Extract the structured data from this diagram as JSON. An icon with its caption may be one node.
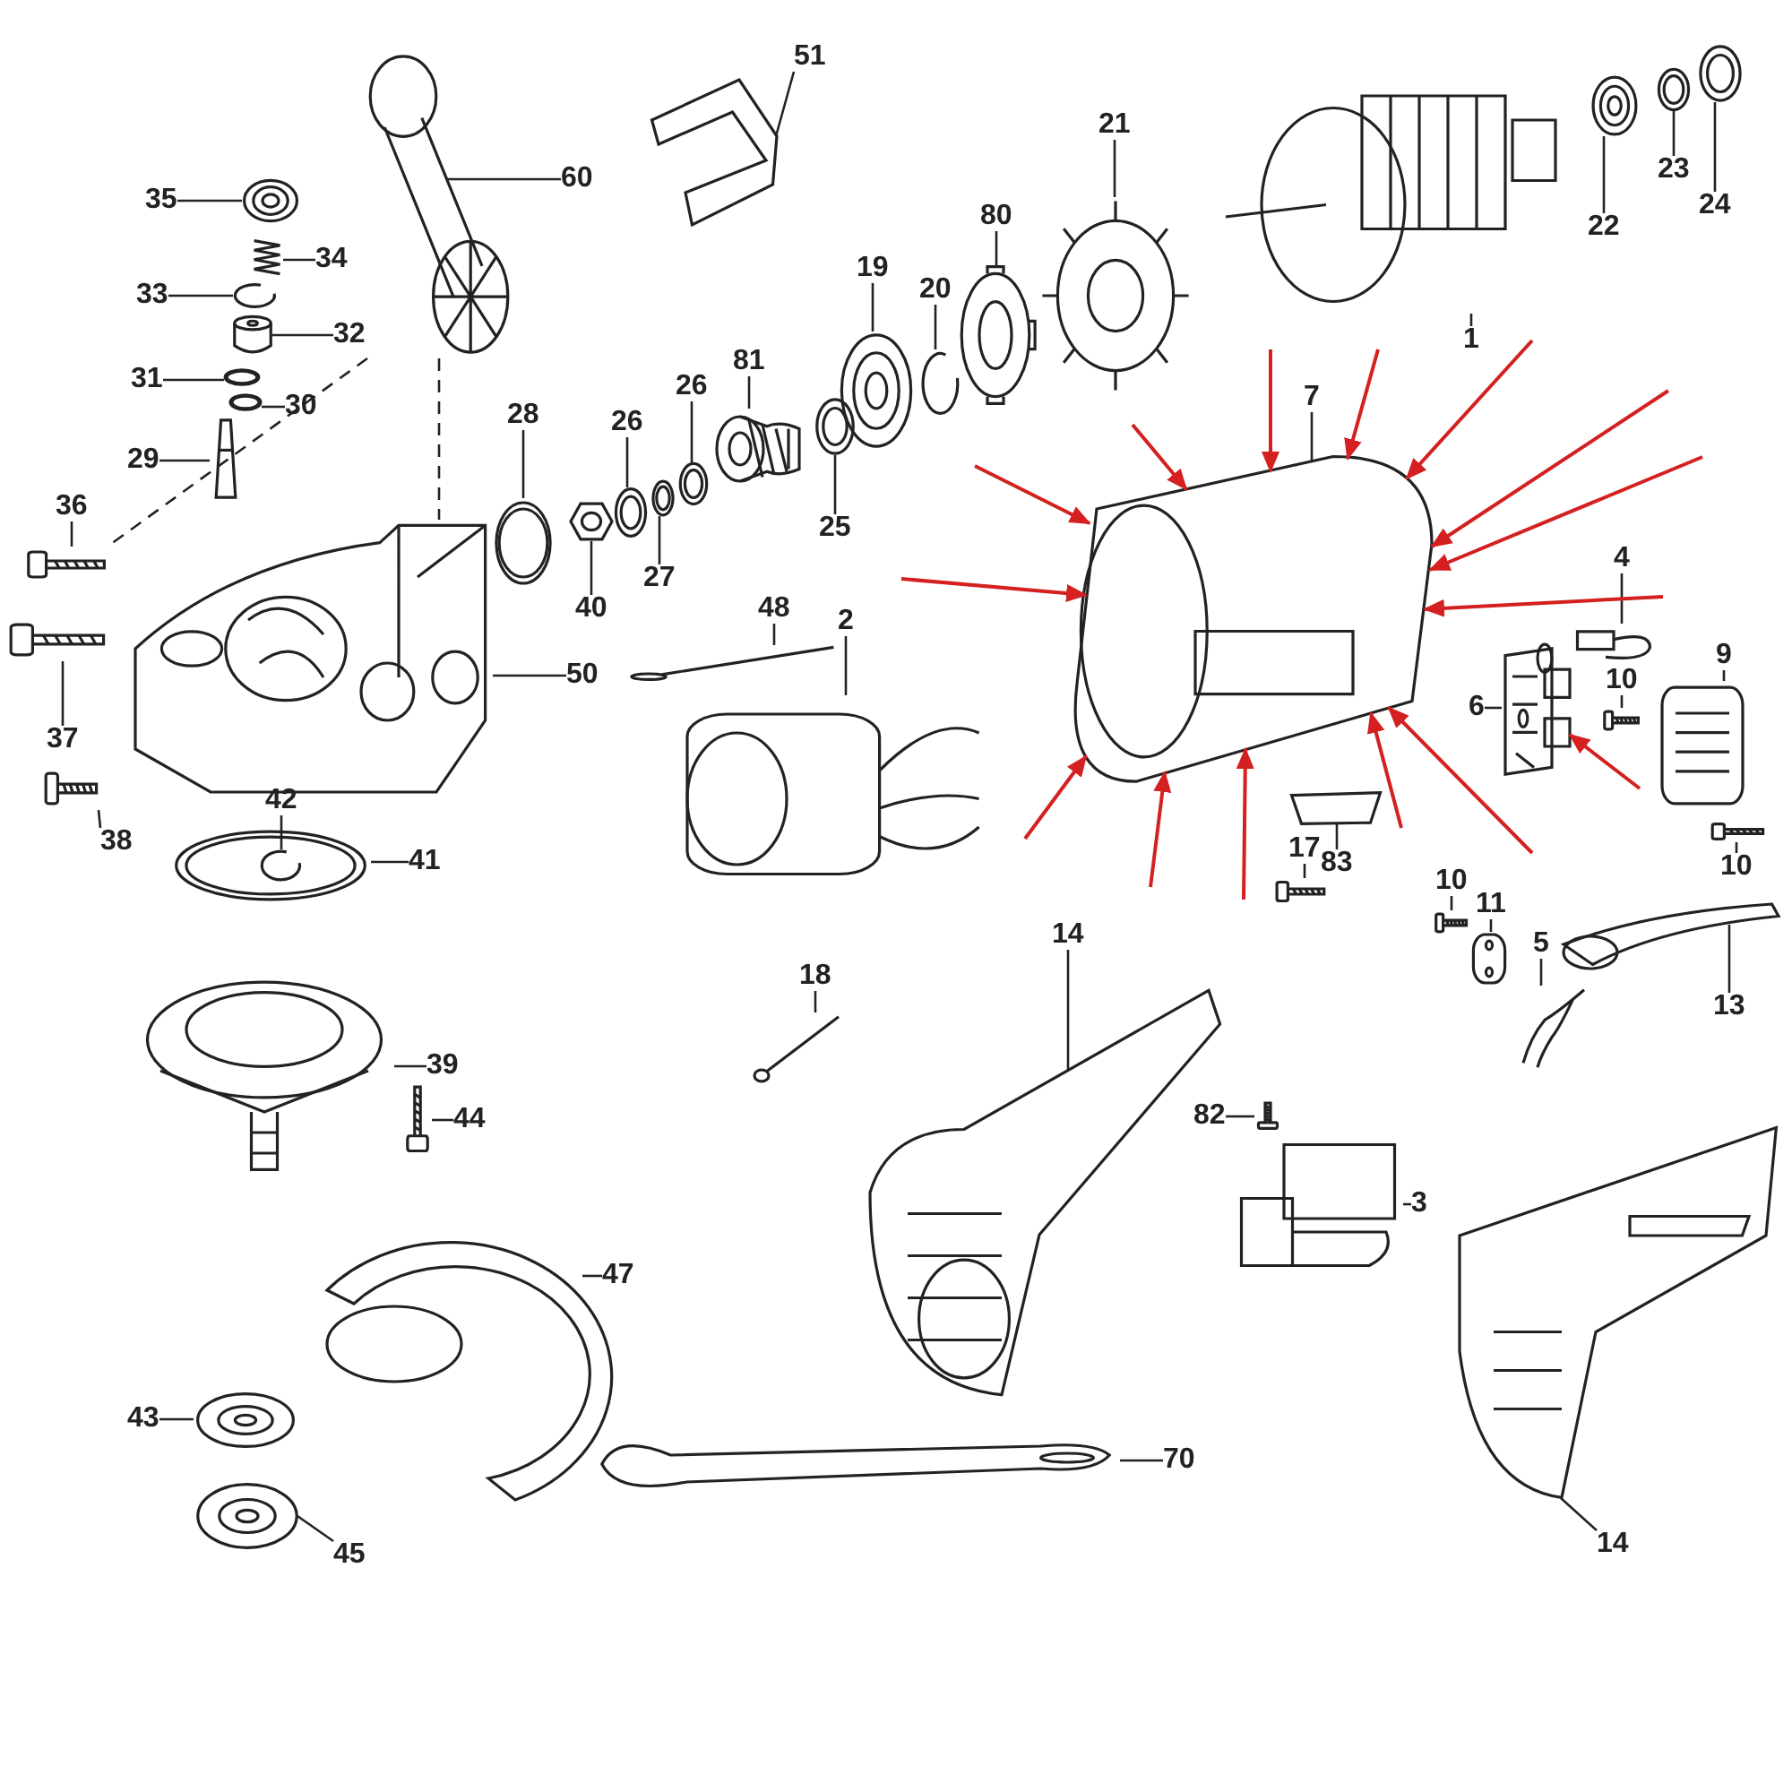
{
  "diagram": {
    "nodes": [
      {
        "text": [
          "51"
        ]
      },
      {
        "text": [],
        "shape": "picture"
      },
      {
        "text": [
          "60"
        ]
      },
      {
        "text": [],
        "shape": "picture"
      },
      {
        "text": [
          "21"
        ]
      },
      {
        "text": [],
        "shape": "picture"
      },
      {
        "text": [
          "23"
        ]
      },
      {
        "text": [],
        "shape": "picture"
      },
      {
        "text": [
          "35"
        ]
      },
      {
        "text": [],
        "shape": "picture"
      },
      {
        "text": [
          "24"
        ]
      },
      {
        "text": [],
        "shape": "picture"
      },
      {
        "text": [
          "80"
        ]
      },
      {
        "text": [],
        "shape": "picture"
      },
      {
        "text": [
          "22"
        ]
      },
      {
        "text": [],
        "shape": "picture"
      },
      {
        "text": [
          "34"
        ]
      },
      {
        "text": [],
        "shape": "picture"
      },
      {
        "text": [
          "19"
        ]
      },
      {
        "text": [],
        "shape": "picture"
      },
      {
        "text": [
          "20"
        ]
      },
      {
        "text": [],
        "shape": "picture"
      },
      {
        "text": [
          "33"
        ]
      },
      {
        "text": [],
        "shape": "picture"
      },
      {
        "text": [
          "1"
        ]
      },
      {
        "text": [],
        "shape": "picture"
      },
      {
        "text": [
          "32"
        ]
      },
      {
        "text": [],
        "shape": "picture"
      },
      {
        "text": [
          "81"
        ]
      },
      {
        "text": [],
        "shape": "picture"
      },
      {
        "text": [
          "31"
        ]
      },
      {
        "text": [],
        "shape": "picture"
      },
      {
        "text": [
          "7"
        ]
      },
      {
        "text": [],
        "shape": "picture"
      },
      {
        "text": [
          "26"
        ]
      },
      {
        "text": [],
        "shape": "picture"
      },
      {
        "text": [
          "30"
        ]
      },
      {
        "text": [],
        "shape": "picture"
      },
      {
        "text": [
          "28"
        ]
      },
      {
        "text": [],
        "shape": "picture"
      },
      {
        "text": [
          "26"
        ]
      },
      {
        "text": [],
        "shape": "picture"
      },
      {
        "text": [
          "29"
        ]
      },
      {
        "text": [],
        "shape": "picture"
      },
      {
        "text": [
          "36"
        ]
      },
      {
        "text": [],
        "shape": "picture"
      },
      {
        "text": [
          "25"
        ]
      },
      {
        "text": [],
        "shape": "picture"
      },
      {
        "text": [
          "4"
        ]
      },
      {
        "text": [],
        "shape": "picture"
      },
      {
        "text": [
          "27"
        ]
      },
      {
        "text": [],
        "shape": "picture"
      },
      {
        "text": [
          "48"
        ]
      },
      {
        "text": [],
        "shape": "picture"
      },
      {
        "text": [
          "40"
        ]
      },
      {
        "text": [],
        "shape": "picture"
      },
      {
        "text": [
          "2"
        ]
      },
      {
        "text": [],
        "shape": "picture"
      },
      {
        "text": [
          "9"
        ]
      },
      {
        "text": [],
        "shape": "picture"
      },
      {
        "text": [
          "50"
        ]
      },
      {
        "text": [],
        "shape": "picture"
      },
      {
        "text": [
          "10"
        ]
      },
      {
        "text": [],
        "shape": "picture"
      },
      {
        "text": [
          "6"
        ]
      },
      {
        "text": [],
        "shape": "picture"
      },
      {
        "text": [
          "37"
        ]
      },
      {
        "text": [],
        "shape": "picture"
      },
      {
        "text": [
          "41"
        ]
      },
      {
        "text": [],
        "shape": "picture"
      },
      {
        "text": [
          "42"
        ]
      },
      {
        "text": [],
        "shape": "picture",
        "in": 69
      },
      {
        "text": [
          "17"
        ]
      },
      {
        "text": [],
        "shape": "picture"
      },
      {
        "text": [
          "38"
        ]
      },
      {
        "text": [],
        "shape": "picture"
      },
      {
        "text": [
          "10"
        ]
      },
      {
        "text": [],
        "shape": "picture"
      },
      {
        "text": [
          "83"
        ]
      },
      {
        "text": [],
        "shape": "picture"
      },
      {
        "text": [
          "10"
        ]
      },
      {
        "text": [],
        "shape": "picture"
      },
      {
        "text": [
          "11"
        ]
      },
      {
        "text": [],
        "shape": "picture"
      },
      {
        "text": [
          "5"
        ]
      },
      {
        "text": [],
        "shape": "picture"
      },
      {
        "text": [
          "14"
        ]
      },
      {
        "text": [],
        "shape": "picture"
      },
      {
        "text": [
          "18"
        ]
      },
      {
        "text": [],
        "shape": "picture"
      },
      {
        "text": [
          "13"
        ]
      },
      {
        "text": [],
        "shape": "picture"
      },
      {
        "text": [
          "39"
        ]
      },
      {
        "text": [],
        "shape": "picture"
      },
      {
        "text": [
          "82"
        ]
      },
      {
        "text": [],
        "shape": "picture"
      },
      {
        "text": [
          "44"
        ]
      },
      {
        "text": [],
        "shape": "picture"
      },
      {
        "text": [
          "3"
        ]
      },
      {
        "text": [],
        "shape": "picture"
      },
      {
        "text": [
          "47"
        ]
      },
      {
        "text": [],
        "shape": "picture"
      },
      {
        "text": [
          "43"
        ]
      },
      {
        "text": [],
        "shape": "picture"
      },
      {
        "text": [
          "70"
        ]
      },
      {
        "text": [],
        "shape": "picture"
      },
      {
        "text": [
          "14"
        ]
      },
      {
        "text": [],
        "shape": "picture"
      },
      {
        "text": [
          "45"
        ]
      },
      {
        "text": [],
        "shape": "picture"
      }
    ],
    "edges": [
      {
        "from": 0,
        "to": 1,
        "arrow": "none"
      },
      {
        "from": 2,
        "to": 3,
        "arrow": "none"
      },
      {
        "from": 4,
        "to": 5,
        "arrow": "none"
      },
      {
        "from": 6,
        "to": 7,
        "arrow": "none"
      },
      {
        "from": 8,
        "to": 9,
        "arrow": "none"
      },
      {
        "from": 10,
        "to": 11,
        "arrow": "none"
      },
      {
        "from": 12,
        "to": 13,
        "arrow": "none"
      },
      {
        "from": 14,
        "to": 15,
        "arrow": "none"
      },
      {
        "from": 16,
        "to": 17,
        "arrow": "none"
      },
      {
        "from": 18,
        "to": 19,
        "arrow": "none"
      },
      {
        "from": 20,
        "to": 21,
        "arrow": "none"
      },
      {
        "from": 22,
        "to": 23,
        "arrow": "none"
      },
      {
        "from": 24,
        "to": 25,
        "arrow": "none"
      },
      {
        "from": 26,
        "to": 27,
        "arrow": "none"
      },
      {
        "from": 28,
        "to": 29,
        "arrow": "none"
      },
      {
        "from": 30,
        "to": 31,
        "arrow": "none"
      },
      {
        "from": 32,
        "to": 33,
        "arrow": "none"
      },
      {
        "from": 34,
        "to": 35,
        "arrow": "none"
      },
      {
        "from": 36,
        "to": 37,
        "arrow": "none"
      },
      {
        "from": 38,
        "to": 39,
        "arrow": "none"
      },
      {
        "from": 40,
        "to": 41,
        "arrow": "none"
      },
      {
        "from": 42,
        "to": 43,
        "arrow": "none"
      },
      {
        "from": 44,
        "to": 45,
        "arrow": "none"
      },
      {
        "from": 46,
        "to": 47,
        "arrow": "none"
      },
      {
        "from": 48,
        "to": 49,
        "arrow": "none"
      },
      {
        "from": 50,
        "to": 51,
        "arrow": "none"
      },
      {
        "from": 52,
        "to": 53,
        "arrow": "none"
      },
      {
        "from": 54,
        "to": 55,
        "arrow": "none"
      },
      {
        "from": 56,
        "to": 57,
        "arrow": "none"
      },
      {
        "from": 58,
        "to": 59,
        "arrow": "none"
      },
      {
        "from": 60,
        "to": 61,
        "arrow": "none"
      },
      {
        "from": 62,
        "to": 63,
        "arrow": "none"
      },
      {
        "from": 64,
        "to": 65,
        "arrow": "none"
      },
      {
        "from": 66,
        "to": 67,
        "arrow": "none"
      },
      {
        "from": 68,
        "to": 69,
        "arrow": "none"
      },
      {
        "from": 70,
        "to": 71,
        "arrow": "none"
      },
      {
        "from": 72,
        "to": 73,
        "arrow": "none"
      },
      {
        "from": 74,
        "to": 75,
        "arrow": "none"
      },
      {
        "from": 76,
        "to": 77,
        "arrow": "none"
      },
      {
        "from": 78,
        "to": 79,
        "arrow": "none"
      },
      {
        "from": 80,
        "to": 81,
        "arrow": "none"
      },
      {
        "from": 82,
        "to": 83,
        "arrow": "none"
      },
      {
        "from": 84,
        "to": 85,
        "arrow": "none"
      },
      {
        "from": 86,
        "to": 87,
        "arrow": "none"
      },
      {
        "from": 88,
        "to": 89,
        "arrow": "none"
      },
      {
        "from": 90,
        "to": 91,
        "arrow": "none"
      },
      {
        "from": 92,
        "to": 93,
        "arrow": "none"
      },
      {
        "from": 94,
        "to": 95,
        "arrow": "none"
      },
      {
        "from": 96,
        "to": 97,
        "arrow": "none"
      },
      {
        "from": 98,
        "to": 99,
        "arrow": "none"
      },
      {
        "from": 100,
        "to": 101,
        "arrow": "none"
      },
      {
        "from": 102,
        "to": 103,
        "arrow": "none"
      },
      {
        "from": 104,
        "to": 105,
        "arrow": "none"
      },
      {
        "from": 106,
        "to": 107,
        "arrow": "none"
      },
      {
        "from": 108,
        "to": 109,
        "arrow": "none"
      },
      {
        "from": 3,
        "to": 45,
        "arrow": "none",
        "style": "dashed"
      },
      {
        "from": 3,
        "to": 61,
        "arrow": "none",
        "style": "dashed"
      },
      {
        "from": null,
        "to": 33,
        "arrow": "to",
        "color": "#d42020"
      },
      {
        "from": null,
        "to": 33,
        "arrow": "to",
        "color": "#d42020"
      },
      {
        "from": null,
        "to": 33,
        "arrow": "to",
        "color": "#d42020"
      },
      {
        "from": null,
        "to": 33,
        "arrow": "to",
        "color": "#d42020"
      },
      {
        "from": null,
        "to": 33,
        "arrow": "to",
        "color": "#d42020"
      },
      {
        "from": null,
        "to": 33,
        "arrow": "to",
        "color": "#d42020"
      },
      {
        "from": null,
        "to": 33,
        "arrow": "to",
        "color": "#d42020"
      },
      {
        "from": null,
        "to": 33,
        "arrow": "to",
        "color": "#d42020"
      },
      {
        "from": null,
        "to": 33,
        "arrow": "to",
        "color": "#d42020"
      },
      {
        "from": null,
        "to": 33,
        "arrow": "to",
        "color": "#d42020"
      },
      {
        "from": null,
        "to": 33,
        "arrow": "to",
        "color": "#d42020"
      },
      {
        "from": null,
        "to": 33,
        "arrow": "to",
        "color": "#d42020"
      },
      {
        "from": null,
        "to": 33,
        "arrow": "to",
        "color": "#d42020"
      },
      {
        "from": null,
        "to": 33,
        "arrow": "to",
        "color": "#d42020"
      },
      {
        "from": null,
        "to": 65,
        "arrow": "to",
        "color": "#d42020"
      }
    ]
  }
}
